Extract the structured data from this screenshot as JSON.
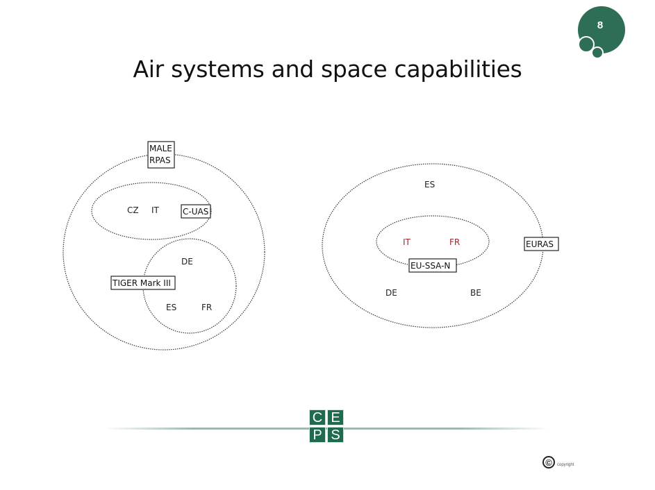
{
  "slide": {
    "page_number": "8",
    "title": "Air systems and space capabilities"
  },
  "left_diagram": {
    "outer_label_line1": "MALE",
    "outer_label_line2": "RPAS",
    "cuas_label": "C-UAS",
    "cuas_members": [
      "CZ",
      "IT"
    ],
    "tiger_label": "TIGER Mark III",
    "tiger_members": [
      "DE",
      "ES",
      "FR"
    ]
  },
  "right_diagram": {
    "euras_label": "EURAS",
    "euras_members": [
      "ES",
      "DE",
      "BE"
    ],
    "eussan_label": "EU-SSA-N",
    "eussan_members": [
      "IT",
      "FR"
    ],
    "eussan_member_color": "#a1252b"
  },
  "branding": {
    "logo_letters": [
      "C",
      "E",
      "P",
      "S"
    ],
    "logo_color": "#1f6b4e",
    "badge_color": "#2e6e54",
    "copyright_symbol": "©",
    "copyright_text": "copyright"
  }
}
